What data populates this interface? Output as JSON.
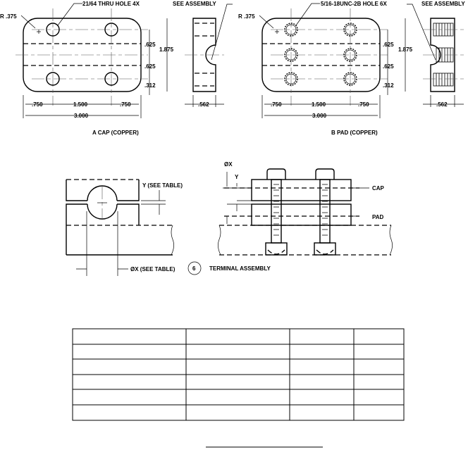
{
  "cap": {
    "hole_note": "21/64 THRU HOLE 4X",
    "radius": "R .375",
    "see_assembly": "SEE ASSEMBLY",
    "dim_625a": ".625",
    "dim_625b": ".625",
    "dim_312": ".312",
    "dim_height": "1.875",
    "dim_750a": ".750",
    "dim_1500": "1.500",
    "dim_750b": ".750",
    "dim_3000": "3.000",
    "dim_thickness": ".562",
    "title": "A  CAP (COPPER)"
  },
  "pad": {
    "hole_note": "5/16-18UNC-2B HOLE 6X",
    "radius": "R .375",
    "see_assembly": "SEE ASSEMBLY",
    "dim_625a": ".625",
    "dim_625b": ".625",
    "dim_312": ".312",
    "dim_height": "1.875",
    "dim_750a": ".750",
    "dim_1500": "1.500",
    "dim_750b": ".750",
    "dim_3000": "3.000",
    "dim_thickness": ".562",
    "title": "B  PAD (COPPER)"
  },
  "assembly": {
    "y_note": "Y (SEE TABLE)",
    "x_note": "ØX (SEE TABLE)",
    "detail_number": "6",
    "title": "TERMINAL ASSEMBLY",
    "x_label": "ØX",
    "y_label": "Y",
    "cap_label": "CAP",
    "pad_label": "PAD"
  },
  "table": {
    "rows": 6,
    "columns": 4
  }
}
